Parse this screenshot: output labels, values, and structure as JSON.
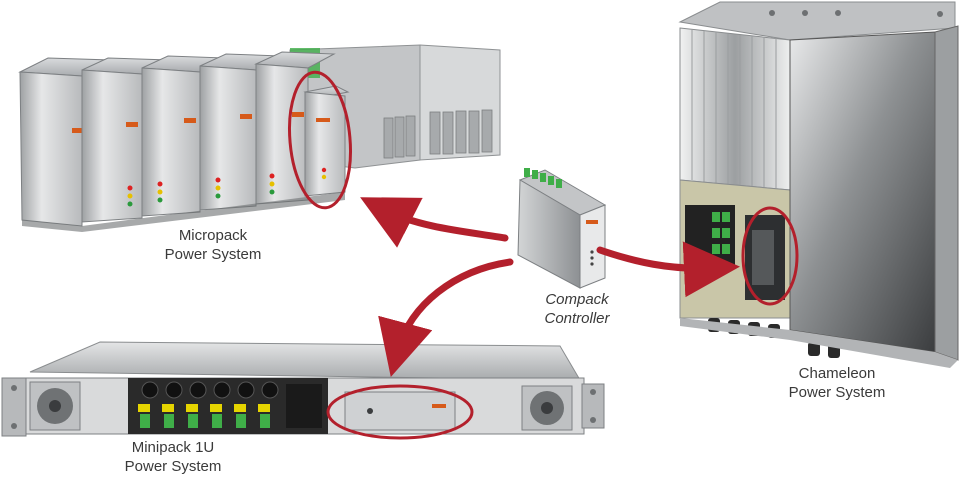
{
  "colors": {
    "highlight": "#b3202c",
    "arrow": "#b3202c",
    "label_text": "#3a3a3a",
    "background": "#ffffff",
    "chassis_light": "#cfd0d0",
    "chassis_dark": "#2a2a2a",
    "terminal_green": "#3fae48",
    "terminal_yellow": "#e5d400"
  },
  "labels": {
    "micropack": {
      "line1": "Micropack",
      "line2": "Power System"
    },
    "compack": {
      "line1": "Compack",
      "line2": "Controller"
    },
    "chameleon": {
      "line1": "Chameleon",
      "line2": "Power System"
    },
    "minipack": {
      "line1": "Minipack 1U",
      "line2": "Power System"
    }
  },
  "icons": {
    "micropack": "micropack-rack-image",
    "compack": "compack-controller-image",
    "chameleon": "chameleon-cabinet-image",
    "minipack": "minipack-1u-rack-image"
  }
}
